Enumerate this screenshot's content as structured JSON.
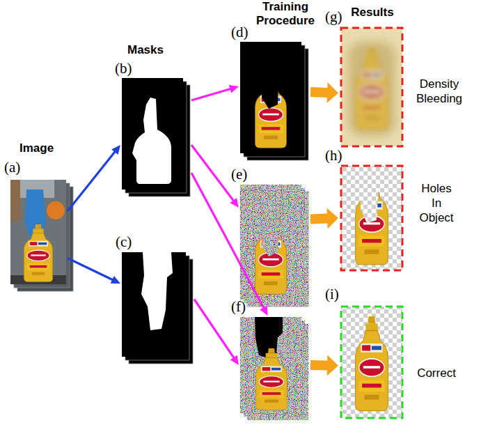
{
  "diagram": {
    "nodes": [
      {
        "text": [
          "Image",
          "(a)"
        ]
      },
      {
        "text": [
          "Masks",
          "(b)"
        ]
      },
      {
        "text": [
          "(c)"
        ]
      },
      {
        "text": [
          "Training Procedure",
          "(d)"
        ]
      },
      {
        "text": [
          "(e)"
        ]
      },
      {
        "text": [
          "(f)"
        ]
      },
      {
        "text": [
          "Results",
          "(g)",
          "Density Bleeding"
        ]
      },
      {
        "text": [
          "(h)",
          "Holes In Object"
        ]
      },
      {
        "text": [
          "(i)",
          "Correct"
        ]
      }
    ],
    "edges": [
      {
        "from": 0,
        "to": 1,
        "arrow": "to"
      },
      {
        "from": 0,
        "to": 2,
        "arrow": "to"
      },
      {
        "from": 1,
        "to": 3,
        "arrow": "to"
      },
      {
        "from": 1,
        "to": 4,
        "arrow": "to"
      },
      {
        "from": 1,
        "to": 5,
        "arrow": "to"
      },
      {
        "from": 2,
        "to": 5,
        "arrow": "to"
      },
      {
        "from": 3,
        "to": 6,
        "arrow": "to"
      },
      {
        "from": 4,
        "to": 7,
        "arrow": "to"
      },
      {
        "from": 5,
        "to": 8,
        "arrow": "to"
      }
    ]
  }
}
